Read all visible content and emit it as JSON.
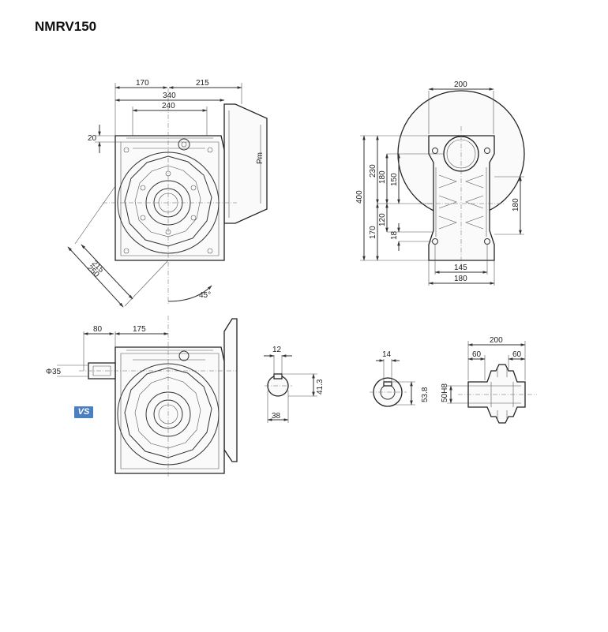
{
  "title": "NMRV150",
  "badge": "VS",
  "views": {
    "front": {
      "dims": {
        "d170": "170",
        "d215": "215",
        "d340": "340",
        "d240": "240",
        "d20": "20",
        "pm": "Pm",
        "d215b": "215",
        "d250": "250",
        "angle": "45°"
      }
    },
    "side": {
      "dims": {
        "d200": "200",
        "d400": "400",
        "d230": "230",
        "d180": "180",
        "d150": "150",
        "d120": "120",
        "d170": "170",
        "d18": "18",
        "d180r": "180",
        "d145": "145",
        "d180b": "180"
      }
    },
    "vs_front": {
      "dims": {
        "d80": "80",
        "d175": "175",
        "phi35": "Φ35"
      }
    },
    "input_key": {
      "dims": {
        "d12": "12",
        "d41_3": "41.3",
        "d38": "38"
      }
    },
    "output_key": {
      "dims": {
        "d14": "14",
        "d53_8": "53.8"
      }
    },
    "hollow_shaft": {
      "dims": {
        "d200": "200",
        "d60a": "60",
        "d60b": "60",
        "d50h8": "50H8"
      }
    }
  }
}
